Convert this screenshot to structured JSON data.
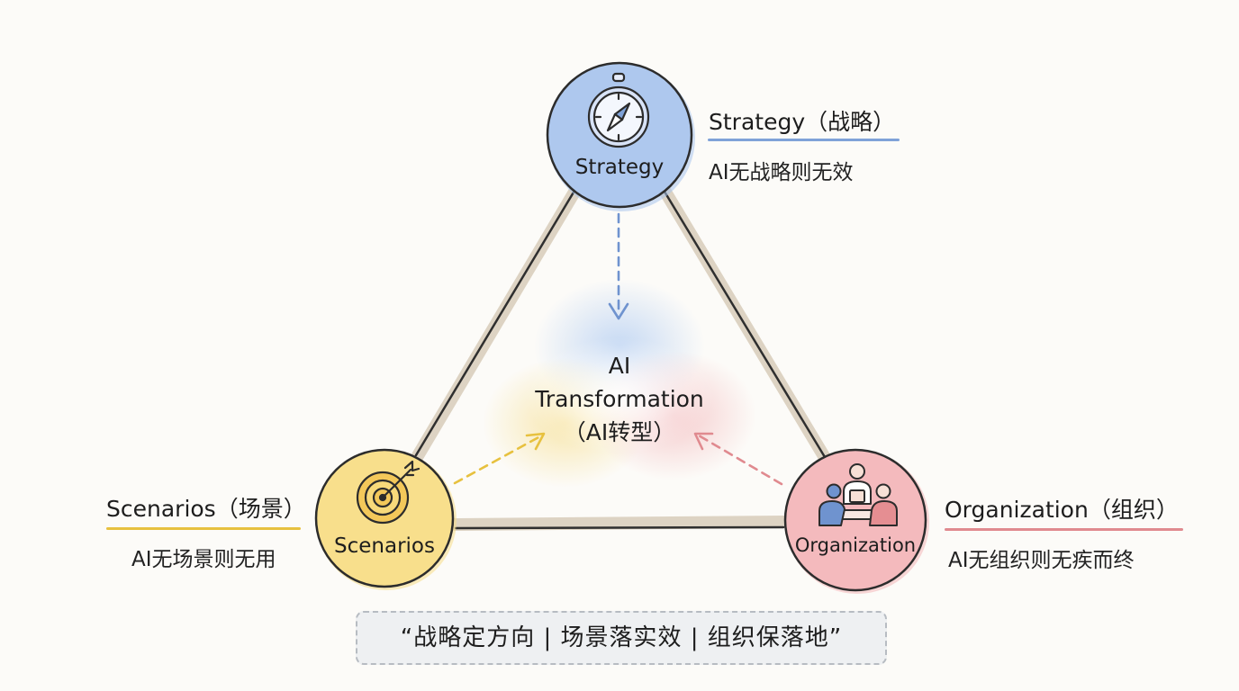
{
  "center": {
    "line1": "AI",
    "line2": "Transformation",
    "line3": "（AI转型）"
  },
  "nodes": {
    "strategy": {
      "circle_label": "Strategy",
      "title": "Strategy（战略）",
      "subtitle": "AI无战略则无效",
      "color": "#a8c4ec",
      "accent": "#6f93cf",
      "icon": "compass-icon"
    },
    "scenarios": {
      "circle_label": "Scenarios",
      "title": "Scenarios（场景）",
      "subtitle": "AI无场景则无用",
      "color": "#f6dc86",
      "accent": "#e7c13f",
      "icon": "target-icon"
    },
    "organization": {
      "circle_label": "Organization",
      "title": "Organization（组织）",
      "subtitle": "AI无组织则无疾而终",
      "color": "#f2b6b8",
      "accent": "#e08a8f",
      "icon": "team-icon"
    }
  },
  "quote": "“战略定方向 | 场景落实效 | 组织保落地”"
}
